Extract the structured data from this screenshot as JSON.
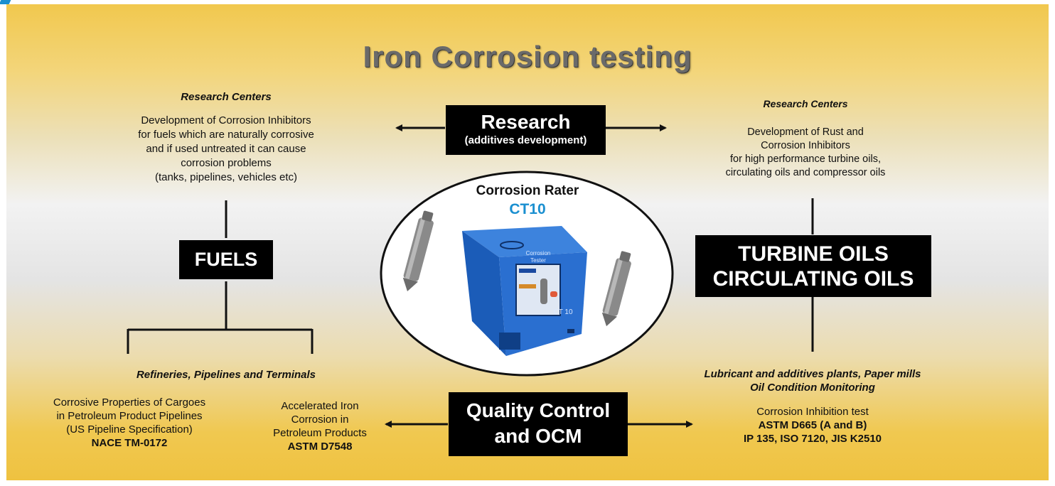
{
  "title": "Iron Corrosion testing",
  "left": {
    "heading": "Research Centers",
    "text_lines": [
      "Development of Corrosion Inhibitors",
      "for fuels which are naturally corrosive",
      "and if used untreated it can cause",
      "corrosion problems",
      "(tanks, pipelines, vehicles etc)"
    ],
    "category": "FUELS",
    "bottom_heading": "Refineries, Pipelines and Terminals",
    "item1_lines": [
      "Corrosive Properties of Cargoes",
      "in Petroleum Product Pipelines",
      "(US Pipeline Specification)"
    ],
    "item1_standard": "NACE TM-0172",
    "item2_lines": [
      "Accelerated Iron",
      "Corrosion in",
      "Petroleum Products"
    ],
    "item2_standard": "ASTM D7548"
  },
  "center": {
    "research_title": "Research",
    "research_sub": "(additives development)",
    "device_name": "Corrosion Rater",
    "device_model": "CT10",
    "device_screen_label": "Corrosion Tester",
    "device_badge": "CT 10",
    "qc_line1": "Quality Control",
    "qc_line2": "and OCM"
  },
  "right": {
    "heading": "Research Centers",
    "text_lines": [
      "Development of Rust and",
      "Corrosion Inhibitors",
      "for high performance turbine oils,",
      "circulating oils and compressor oils"
    ],
    "category_line1": "TURBINE OILS",
    "category_line2": "CIRCULATING OILS",
    "bottom_heading_lines": [
      "Lubricant and additives plants, Paper mills",
      "Oil Condition Monitoring"
    ],
    "test_name": "Corrosion Inhibition test",
    "standards": [
      "ASTM D665 (A and B)",
      "IP 135, ISO 7120, JIS K2510"
    ]
  },
  "colors": {
    "accent_blue": "#1a8fd0",
    "device_blue": "#1f67c9",
    "box_black": "#000000"
  }
}
